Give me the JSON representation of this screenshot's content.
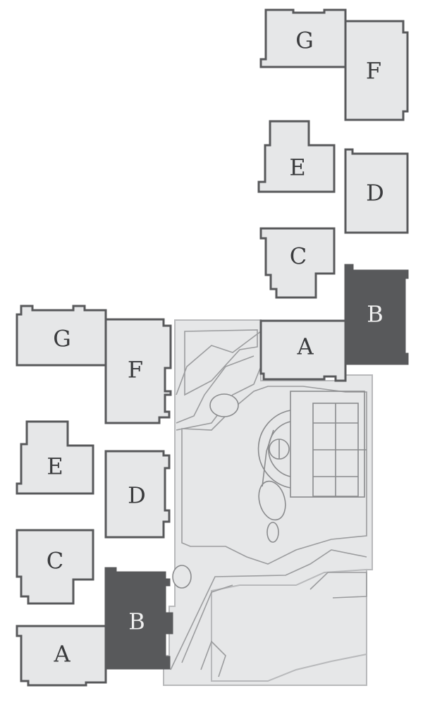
{
  "units": {
    "right": {
      "g": {
        "label": "G"
      },
      "f": {
        "label": "F"
      },
      "e": {
        "label": "E"
      },
      "d": {
        "label": "D"
      },
      "c": {
        "label": "C"
      },
      "b": {
        "label": "B"
      },
      "a": {
        "label": "A"
      }
    },
    "left": {
      "g": {
        "label": "G"
      },
      "f": {
        "label": "F"
      },
      "e": {
        "label": "E"
      },
      "d": {
        "label": "D"
      },
      "c": {
        "label": "C"
      },
      "b": {
        "label": "B"
      },
      "a": {
        "label": "A"
      }
    }
  },
  "colors": {
    "building_fill": "#e6e7e8",
    "building_outline": "#58595b",
    "highlighted_building": "#58595b",
    "grounds": "#e6e7e8",
    "background": "#ffffff"
  }
}
